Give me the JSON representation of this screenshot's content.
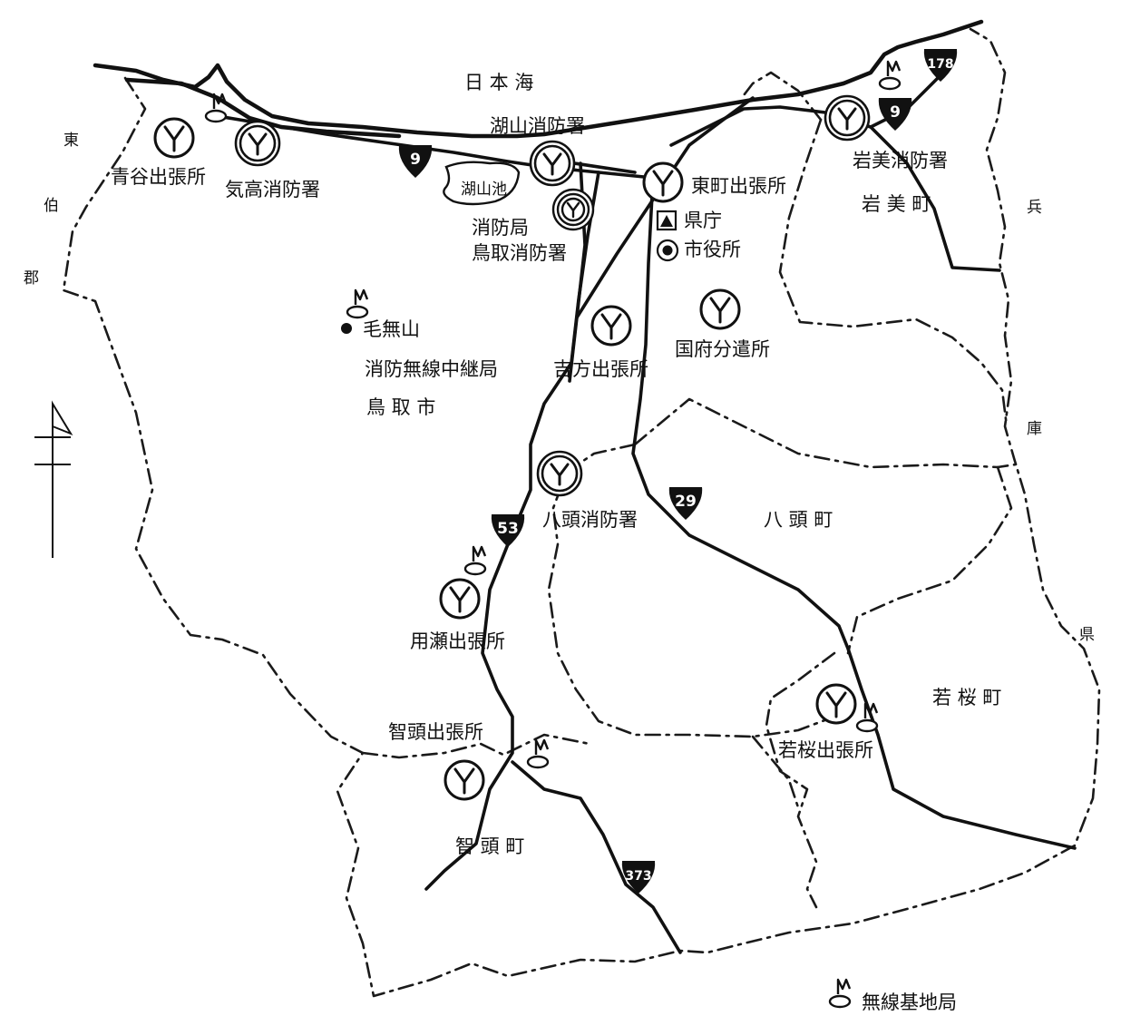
{
  "labels": {
    "sea": "日 本 海",
    "lake": "湖山池",
    "city": "鳥 取 市",
    "iwami_town": "岩 美 町",
    "yazu_town": "八 頭 町",
    "wakasa_town": "若 桜 町",
    "chizu_town": "智 頭 町",
    "hyogo": [
      "兵",
      "庫",
      "県"
    ],
    "tohaku": [
      "東",
      "伯",
      "郡"
    ],
    "kenaashi_mt": "毛無山",
    "relay_station": "消防無線中継局",
    "prefecture_office": "県庁",
    "city_office": "市役所"
  },
  "stations": {
    "aoya": "青谷出張所",
    "ketaka": "気高消防署",
    "koyama": "湖山消防署",
    "hq_line1": "消防局",
    "hq_line2": "鳥取消防署",
    "higashimachi": "東町出張所",
    "iwami": "岩美消防署",
    "kokufu": "国府分遣所",
    "yoshikata": "吉方出張所",
    "yazu": "八頭消防署",
    "mochigase": "用瀬出張所",
    "chizu": "智頭出張所",
    "wakasa": "若桜出張所"
  },
  "routes": {
    "r9a": "9",
    "r9b": "9",
    "r178": "178",
    "r29": "29",
    "r53": "53",
    "r373": "373"
  },
  "legend": {
    "base_station": "無線基地局"
  },
  "icons": {
    "fire_station": "fire-station-icon",
    "radio_base": "radio-base-station-icon",
    "north_arrow": "north-arrow-icon",
    "prefecture_office": "triangle-in-square-icon",
    "city_office": "double-circle-icon"
  }
}
